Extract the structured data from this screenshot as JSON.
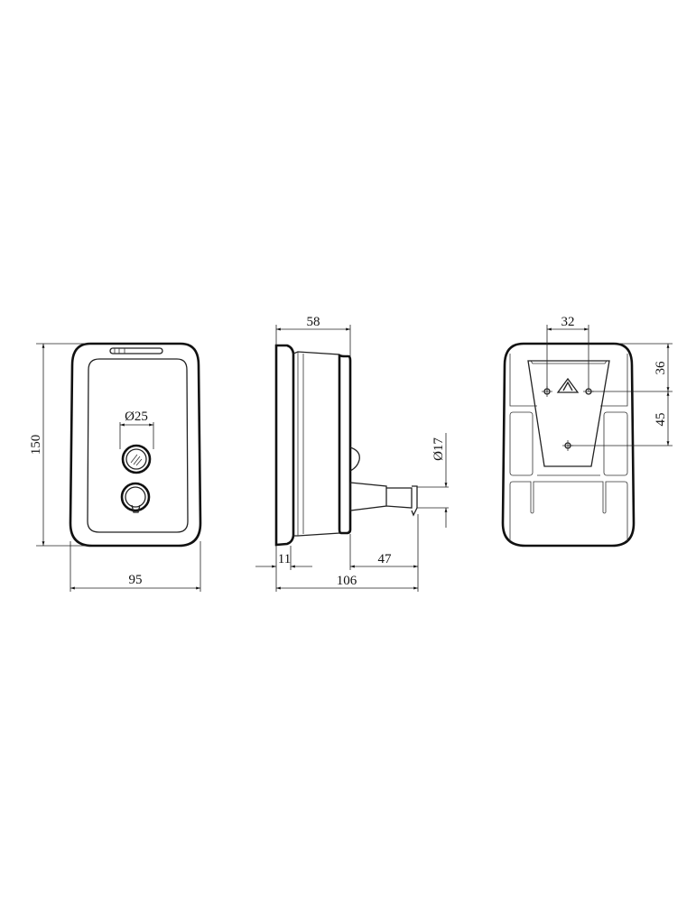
{
  "drawing": {
    "front_view": {
      "height_dim": "150",
      "width_dim": "95",
      "button_diameter_dim": "Ø25"
    },
    "side_view": {
      "depth_dim": "58",
      "back_plate_dim": "11",
      "nozzle_projection_dim": "47",
      "total_depth_dim": "106",
      "nozzle_diameter_dim": "Ø17"
    },
    "back_view": {
      "hole_spacing_dim": "32",
      "top_to_holes_dim": "36",
      "holes_to_lower_hole_dim": "45"
    },
    "line_color": "#111111"
  }
}
